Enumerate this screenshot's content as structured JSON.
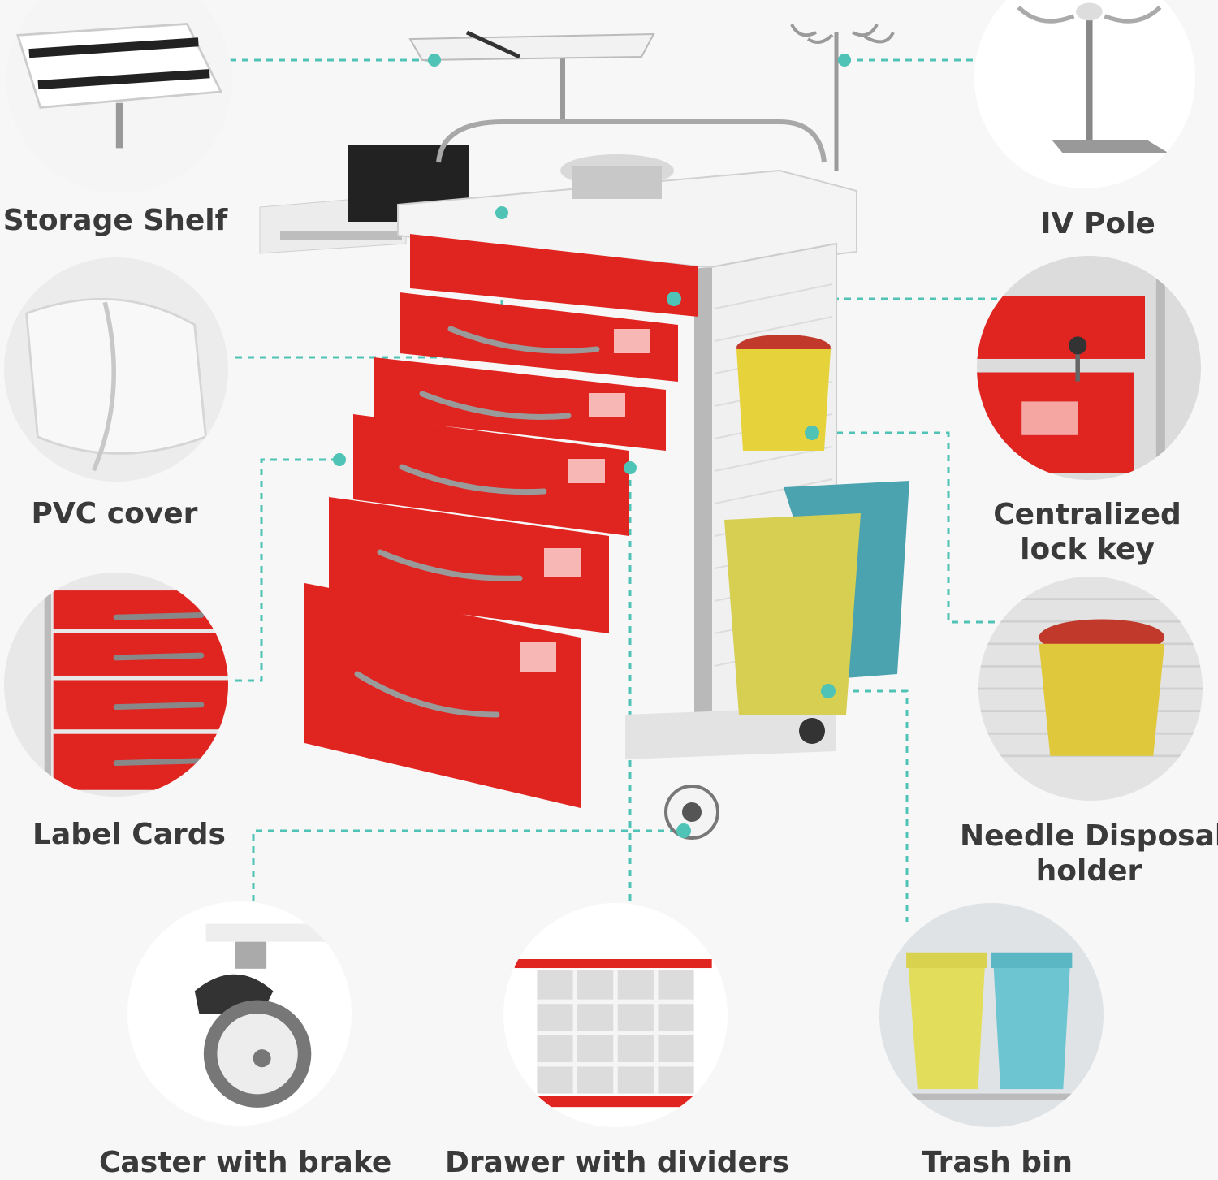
{
  "accent_color": "#4fc3b5",
  "drawer_color": "#e02420",
  "features": [
    {
      "id": "storage-shelf",
      "label": "Storage Shelf"
    },
    {
      "id": "iv-pole",
      "label": "IV Pole"
    },
    {
      "id": "pvc-cover",
      "label": "PVC cover"
    },
    {
      "id": "centralized-lock-key",
      "label_line1": "Centralized",
      "label_line2": "lock key"
    },
    {
      "id": "label-cards",
      "label": "Label Cards"
    },
    {
      "id": "needle-disposal-holder",
      "label_line1": "Needle Disposal",
      "label_line2": "holder"
    },
    {
      "id": "caster-with-brake",
      "label": "Caster with brake"
    },
    {
      "id": "drawer-with-dividers",
      "label": "Drawer with dividers"
    },
    {
      "id": "trash-bin",
      "label": "Trash bin"
    }
  ]
}
